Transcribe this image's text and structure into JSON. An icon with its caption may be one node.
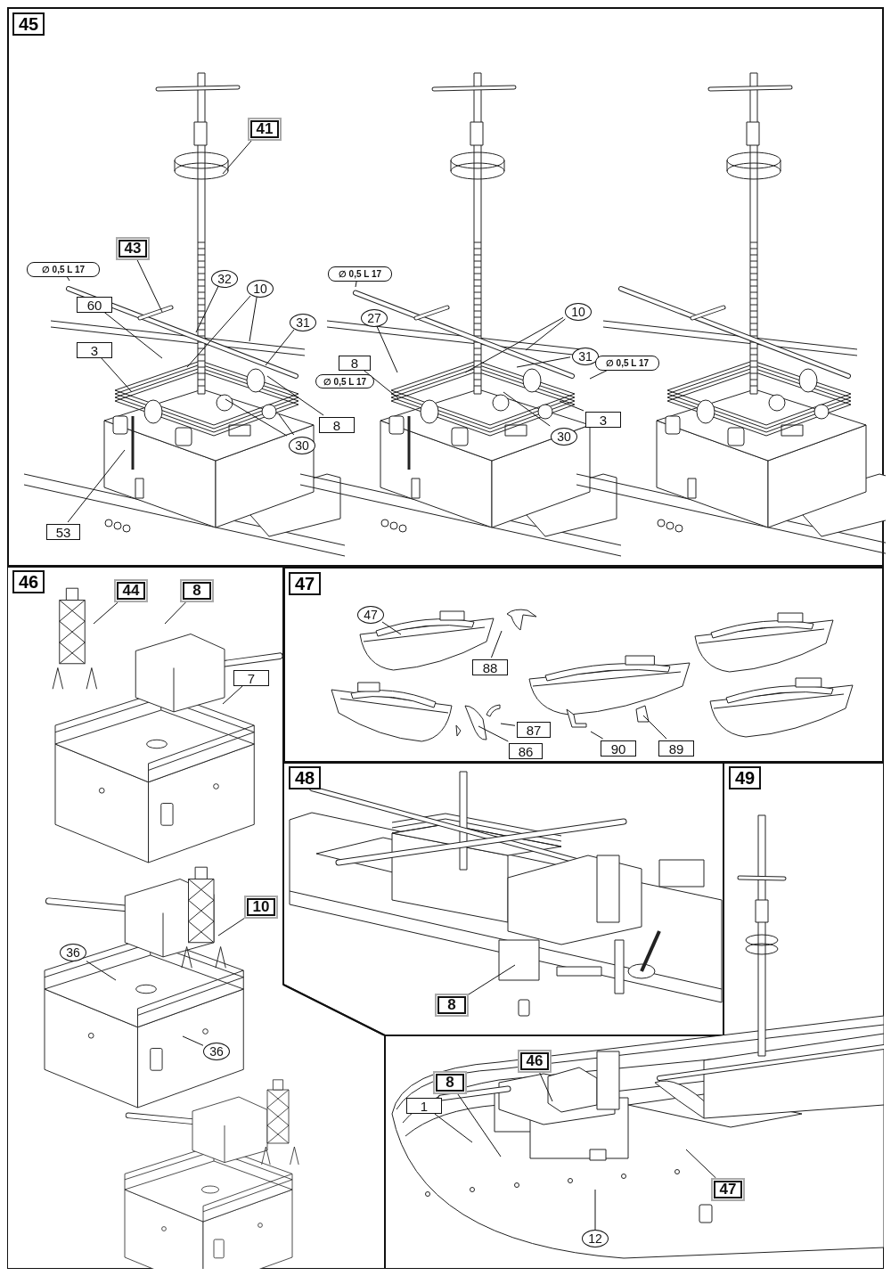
{
  "diagram": {
    "nodes": [
      {
        "text": [
          "45"
        ]
      },
      {
        "text": [
          "41"
        ],
        "in": 0
      },
      {
        "text": [
          "43"
        ],
        "in": 0
      },
      {
        "text": [
          "∅ 0,5 L 17"
        ],
        "in": 0
      },
      {
        "text": [
          "60"
        ],
        "in": 0
      },
      {
        "text": [
          "3"
        ],
        "in": 0
      },
      {
        "text": [
          "32"
        ],
        "in": 0
      },
      {
        "text": [
          "10"
        ],
        "in": 0
      },
      {
        "text": [
          "31"
        ],
        "in": 0
      },
      {
        "text": [
          "∅ 0,5 L 17"
        ],
        "in": 0
      },
      {
        "text": [
          "8"
        ],
        "in": 0
      },
      {
        "text": [
          "30"
        ],
        "in": 0
      },
      {
        "text": [
          "53"
        ],
        "in": 0
      },
      {
        "text": [
          "∅ 0,5 L 17"
        ],
        "in": 0
      },
      {
        "text": [
          "27"
        ],
        "in": 0
      },
      {
        "text": [
          "8"
        ],
        "in": 0
      },
      {
        "text": [
          "10"
        ],
        "in": 0
      },
      {
        "text": [
          "31"
        ],
        "in": 0
      },
      {
        "text": [
          "3"
        ],
        "in": 0
      },
      {
        "text": [
          "30"
        ],
        "in": 0
      },
      {
        "text": [
          "∅ 0,5 L 17"
        ],
        "in": 0
      },
      {
        "text": [
          "46"
        ]
      },
      {
        "text": [
          "44"
        ],
        "in": 21
      },
      {
        "text": [
          "8"
        ],
        "in": 21
      },
      {
        "text": [
          "7"
        ],
        "in": 21
      },
      {
        "text": [
          "10"
        ],
        "in": 21
      },
      {
        "text": [
          "36"
        ],
        "in": 21
      },
      {
        "text": [
          "36"
        ],
        "in": 21
      },
      {
        "text": [
          "47"
        ]
      },
      {
        "text": [
          "47"
        ],
        "in": 28
      },
      {
        "text": [
          "88"
        ],
        "in": 28
      },
      {
        "text": [
          "87"
        ],
        "in": 28
      },
      {
        "text": [
          "86"
        ],
        "in": 28
      },
      {
        "text": [
          "90"
        ],
        "in": 28
      },
      {
        "text": [
          "89"
        ],
        "in": 28
      },
      {
        "text": [
          "48"
        ]
      },
      {
        "text": [
          "8"
        ],
        "in": 35
      },
      {
        "text": [
          "49"
        ]
      },
      {
        "text": [
          "1"
        ],
        "in": 37
      },
      {
        "text": [
          "8"
        ],
        "in": 37
      },
      {
        "text": [
          "46"
        ],
        "in": 37
      },
      {
        "text": [
          "47"
        ],
        "in": 37
      },
      {
        "text": [
          "12"
        ],
        "in": 37
      }
    ],
    "edges": [
      {
        "from": 1,
        "to": null,
        "arrow": "none"
      },
      {
        "from": 2,
        "to": null,
        "arrow": "none"
      },
      {
        "from": 3,
        "to": null,
        "arrow": "none"
      },
      {
        "from": 4,
        "to": null,
        "arrow": "none"
      },
      {
        "from": 5,
        "to": null,
        "arrow": "none"
      },
      {
        "from": 6,
        "to": null,
        "arrow": "none"
      },
      {
        "from": 7,
        "to": null,
        "arrow": "none"
      },
      {
        "from": 7,
        "to": null,
        "arrow": "none"
      },
      {
        "from": 8,
        "to": null,
        "arrow": "none"
      },
      {
        "from": 10,
        "to": null,
        "arrow": "none"
      },
      {
        "from": 11,
        "to": null,
        "arrow": "none"
      },
      {
        "from": 11,
        "to": null,
        "arrow": "none"
      },
      {
        "from": 12,
        "to": null,
        "arrow": "none"
      },
      {
        "from": 13,
        "to": null,
        "arrow": "none"
      },
      {
        "from": 14,
        "to": null,
        "arrow": "none"
      },
      {
        "from": 15,
        "to": null,
        "arrow": "none"
      },
      {
        "from": 16,
        "to": null,
        "arrow": "none"
      },
      {
        "from": 16,
        "to": null,
        "arrow": "none"
      },
      {
        "from": 17,
        "to": null,
        "arrow": "none"
      },
      {
        "from": 18,
        "to": null,
        "arrow": "none"
      },
      {
        "from": 19,
        "to": null,
        "arrow": "none"
      },
      {
        "from": 20,
        "to": null,
        "arrow": "none"
      },
      {
        "from": 22,
        "to": null,
        "arrow": "none"
      },
      {
        "from": 23,
        "to": null,
        "arrow": "none"
      },
      {
        "from": 24,
        "to": null,
        "arrow": "none"
      },
      {
        "from": 25,
        "to": null,
        "arrow": "none"
      },
      {
        "from": 26,
        "to": null,
        "arrow": "none"
      },
      {
        "from": 27,
        "to": null,
        "arrow": "none"
      },
      {
        "from": 29,
        "to": null,
        "arrow": "none"
      },
      {
        "from": 30,
        "to": null,
        "arrow": "none"
      },
      {
        "from": 31,
        "to": null,
        "arrow": "none"
      },
      {
        "from": 32,
        "to": null,
        "arrow": "none"
      },
      {
        "from": 33,
        "to": null,
        "arrow": "none"
      },
      {
        "from": 34,
        "to": null,
        "arrow": "none"
      },
      {
        "from": 36,
        "to": null,
        "arrow": "none"
      },
      {
        "from": 38,
        "to": null,
        "arrow": "none"
      },
      {
        "from": 39,
        "to": null,
        "arrow": "none"
      },
      {
        "from": 40,
        "to": null,
        "arrow": "none"
      },
      {
        "from": 41,
        "to": null,
        "arrow": "none"
      },
      {
        "from": 42,
        "to": null,
        "arrow": "none"
      }
    ]
  }
}
